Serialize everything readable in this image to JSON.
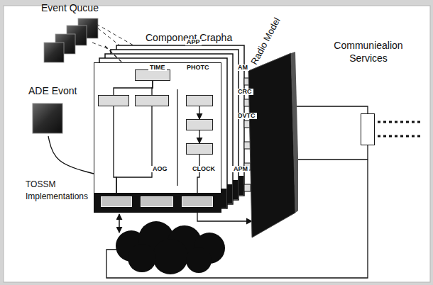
{
  "diagram": {
    "nodes": [
      {
        "text": [
          "Event Qucue"
        ]
      },
      {
        "text": [
          "Component Crapha"
        ]
      },
      {
        "text": [
          "APP"
        ],
        "in": 1
      },
      {
        "text": [
          "TIME"
        ],
        "in": 1
      },
      {
        "text": [
          "PHOTC"
        ],
        "in": 1
      },
      {
        "text": [
          "AM"
        ],
        "in": 1
      },
      {
        "text": [
          "CRC"
        ],
        "in": 1
      },
      {
        "text": [
          "DVTC"
        ],
        "in": 1
      },
      {
        "text": [
          "AOG"
        ],
        "in": 1
      },
      {
        "text": [
          "CLOCK"
        ],
        "in": 1
      },
      {
        "text": [
          "APM"
        ],
        "in": 1
      },
      {
        "text": [
          "ADE Evont"
        ]
      },
      {
        "text": [
          "Radio Model"
        ]
      },
      {
        "text": [
          "Communiealion Services"
        ]
      }
    ],
    "edges": [
      {
        "from": 0,
        "to": 1,
        "arrow": "none"
      },
      {
        "from": 11,
        "to": 1,
        "arrow": "none"
      },
      {
        "from": 2,
        "to": 3,
        "arrow": "none"
      },
      {
        "from": 2,
        "to": 4,
        "arrow": "none"
      },
      {
        "from": 3,
        "to": 8,
        "arrow": "none"
      },
      {
        "from": 4,
        "to": 8,
        "arrow": "none"
      },
      {
        "from": 5,
        "to": 6,
        "arrow": "to"
      },
      {
        "from": 6,
        "to": 7,
        "arrow": "to"
      },
      {
        "from": 7,
        "to": 10,
        "arrow": "none"
      },
      {
        "from": 10,
        "to": 12,
        "arrow": "to"
      },
      {
        "from": 12,
        "to": 13,
        "arrow": "none"
      }
    ],
    "labels": [
      "TOSSM Implementations"
    ]
  }
}
